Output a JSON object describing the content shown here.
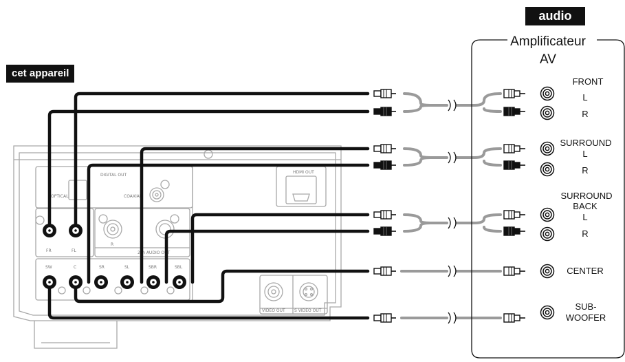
{
  "labels": {
    "device_tag": "cet appareil",
    "audio_tag": "audio",
    "amp_title_line1": "Amplificateur",
    "amp_title_line2": "AV"
  },
  "panel": {
    "top_labels": {
      "digital_out": "DIGITAL OUT",
      "hdmi_out": "HDMI OUT",
      "optical": "OPTICAL",
      "coaxial": "COAXIAL"
    },
    "ch2_r": "R",
    "ch2_label": "2ch AUDIO OUT",
    "jacks": {
      "fr": "FR",
      "fl": "FL",
      "sw": "SW",
      "c": "C",
      "sr": "SR",
      "sl": "SL",
      "sbr": "SBR",
      "sbl": "SBL"
    },
    "video_out": "VIDEO OUT",
    "s_video_out": "S VIDEO OUT"
  },
  "amp_inputs": {
    "front": {
      "name": "FRONT",
      "l": "L",
      "r": "R"
    },
    "surround": {
      "name": "SURROUND",
      "l": "L",
      "r": "R"
    },
    "surround_back": {
      "name_line1": "SURROUND",
      "name_line2": "BACK",
      "l": "L",
      "r": "R"
    },
    "center": {
      "name": "CENTER"
    },
    "subwoofer": {
      "name_line1": "SUB-",
      "name_line2": "WOOFER"
    }
  },
  "colors": {
    "cable": "#111111",
    "cable_grey": "#9a9a9a",
    "panel_line": "#a8a8a8",
    "tag_bg": "#111111"
  }
}
